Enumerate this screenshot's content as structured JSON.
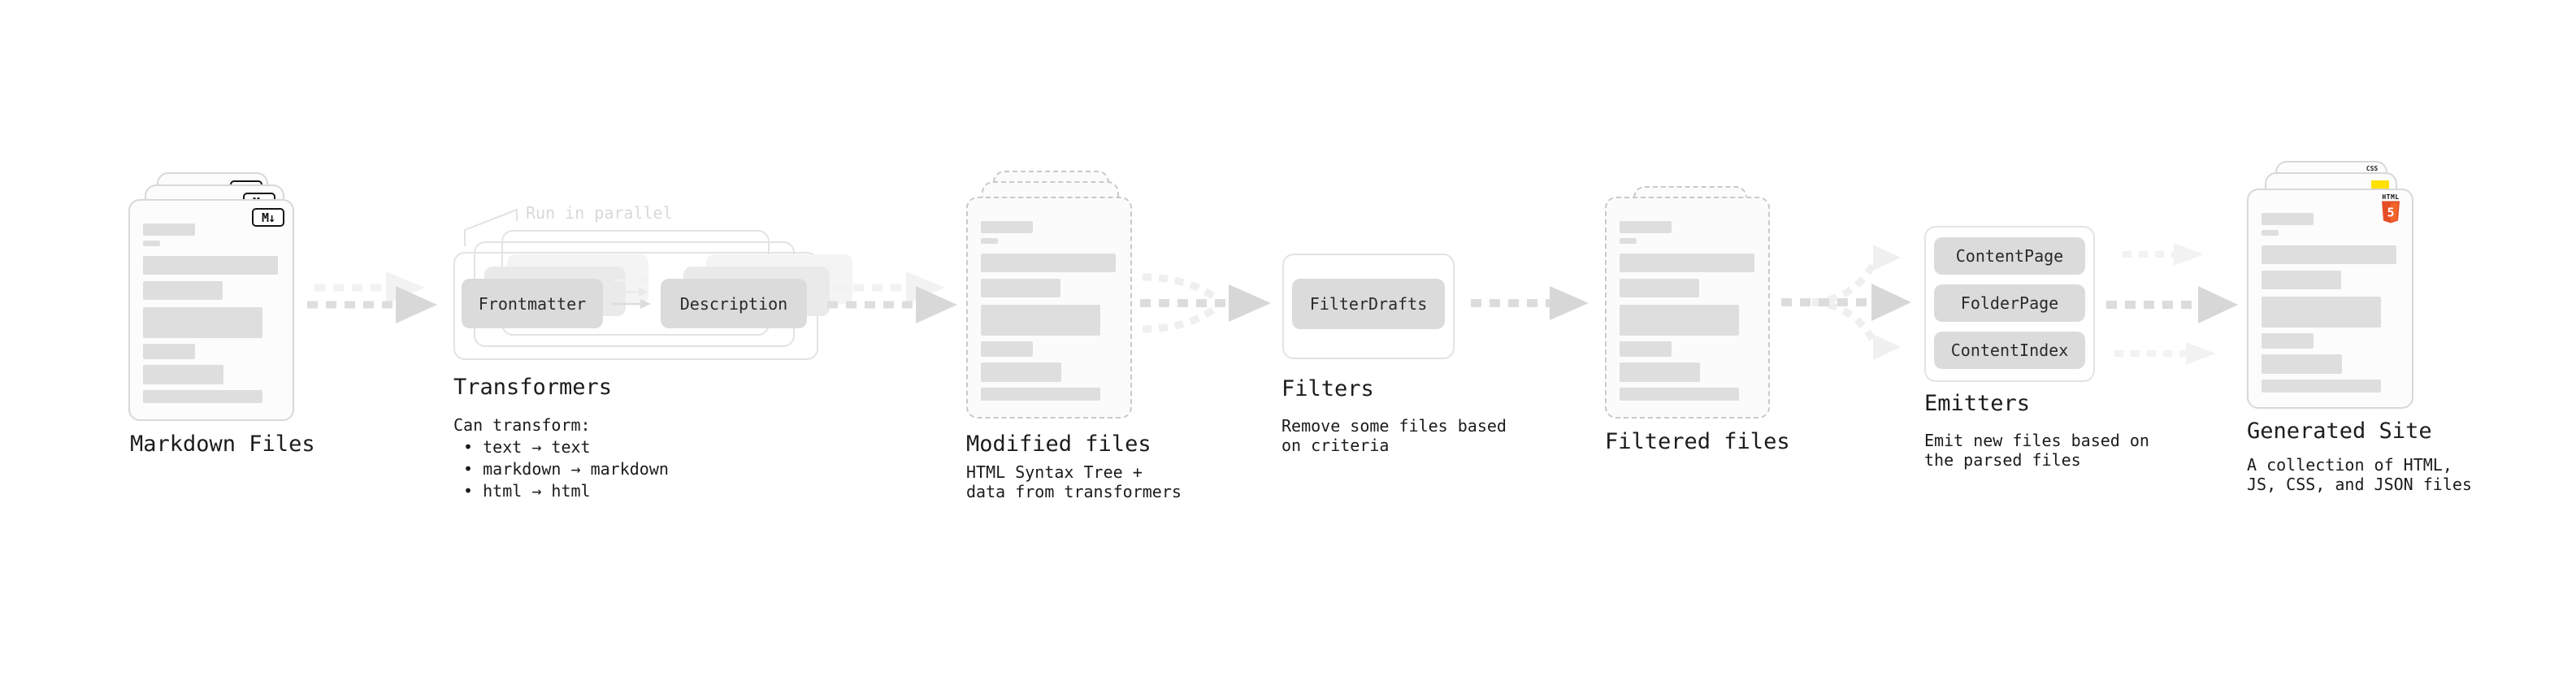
{
  "stages": {
    "markdown_files": {
      "label": "Markdown Files"
    },
    "transformers": {
      "annotation": "Run in parallel",
      "boxes": {
        "frontmatter": "Frontmatter",
        "description_box": "Description"
      },
      "title": "Transformers",
      "description": "Can transform:\n • text → text\n • markdown → markdown\n • html → html"
    },
    "modified_files": {
      "label": "Modified files",
      "description": "HTML Syntax Tree +\ndata from transformers"
    },
    "filters": {
      "boxes": {
        "filter_drafts": "FilterDrafts"
      },
      "title": "Filters",
      "description": "Remove some files based\non criteria"
    },
    "filtered_files": {
      "label": "Filtered files"
    },
    "emitters": {
      "boxes": {
        "content_page": "ContentPage",
        "folder_page": "FolderPage",
        "content_index": "ContentIndex"
      },
      "title": "Emitters",
      "description": "Emit new files based on\nthe parsed files"
    },
    "generated_site": {
      "label": "Generated Site",
      "description": "A collection of HTML,\nJS, CSS, and JSON files"
    }
  },
  "icons": {
    "markdown": "M↓",
    "css_label": "CSS",
    "html5_label": "HTML",
    "html5_digit": "5"
  },
  "colors": {
    "js_yellow": "#ffe000",
    "css_blue": "#2965f1",
    "html5_orange_dark": "#e44d26",
    "html5_orange_light": "#f16529",
    "arrow_main": "#d8d8d8",
    "arrow_ghost": "#f0f0f0",
    "annotation_gray": "#d9d9d9"
  }
}
